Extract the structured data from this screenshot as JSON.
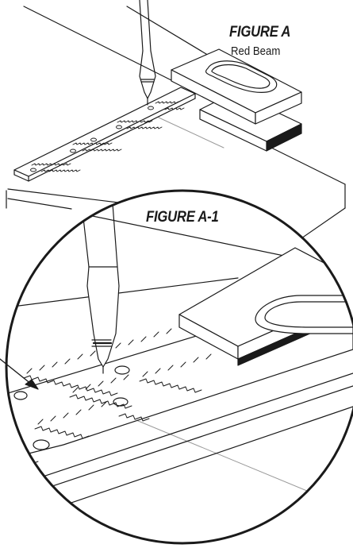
{
  "figure_a": {
    "title": "FIGURE A",
    "subtitle": "Red Beam"
  },
  "figure_a1": {
    "title": "FIGURE A-1"
  },
  "colors": {
    "line": "#1a1a1a",
    "laser_line": "#9a9a9a",
    "background": "#ffffff"
  }
}
